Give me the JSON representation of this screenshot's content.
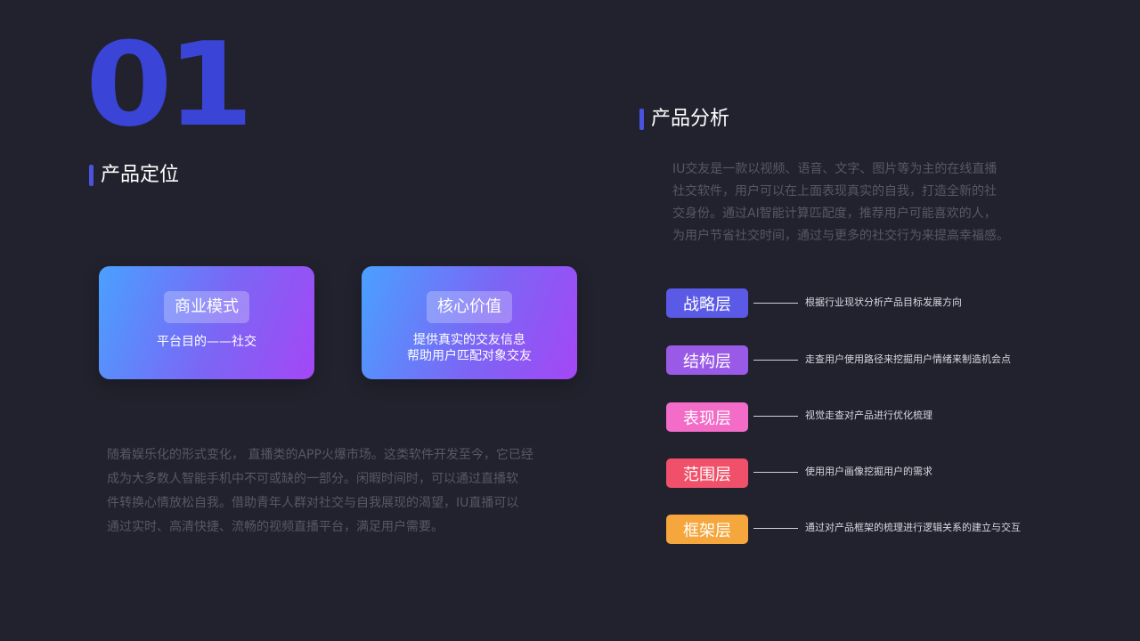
{
  "section_number": "01",
  "left": {
    "title": "产品定位",
    "cards": [
      {
        "tag": "商业模式",
        "desc_lines": [
          "平台目的——社交"
        ]
      },
      {
        "tag": "核心价值",
        "desc_lines": [
          "提供真实的交友信息",
          "帮助用户匹配对象交友"
        ]
      }
    ],
    "paragraph_lines": [
      "随着娱乐化的形式变化， 直播类的APP火爆市场。这类软件开发至今，它已经",
      "成为大多数人智能手机中不可或缺的一部分。闲暇时间时，可以通过直播软",
      "件转换心情放松自我。借助青年人群对社交与自我展现的渴望，IU直播可以",
      "通过实时、高清快捷、流畅的视频直播平台，满足用户需要。"
    ]
  },
  "right": {
    "title": "产品分析",
    "paragraph_lines": [
      "IU交友是一款以视频、语音、文字、图片等为主的在线直播",
      "社交软件，用户可以在上面表现真实的自我，打造全新的社",
      "交身份。通过AI智能计算匹配度，推荐用户可能喜欢的人，",
      "为用户节省社交时间，通过与更多的社交行为来提高幸福感。"
    ],
    "layers": [
      {
        "label": "战略层",
        "desc": "根据行业现状分析产品目标发展方向",
        "color": "#5a5ae6"
      },
      {
        "label": "结构层",
        "desc": "走查用户使用路径来挖掘用户情绪来制造机会点",
        "color": "#9a5ae8"
      },
      {
        "label": "表现层",
        "desc": "视觉走查对产品进行优化梳理",
        "color": "#f26cc8"
      },
      {
        "label": "范围层",
        "desc": "使用用户画像挖掘用户的需求",
        "color": "#f0506a"
      },
      {
        "label": "框架层",
        "desc": "通过对产品框架的梳理进行逻辑关系的建立与交互",
        "color": "#f5a63c"
      }
    ]
  }
}
